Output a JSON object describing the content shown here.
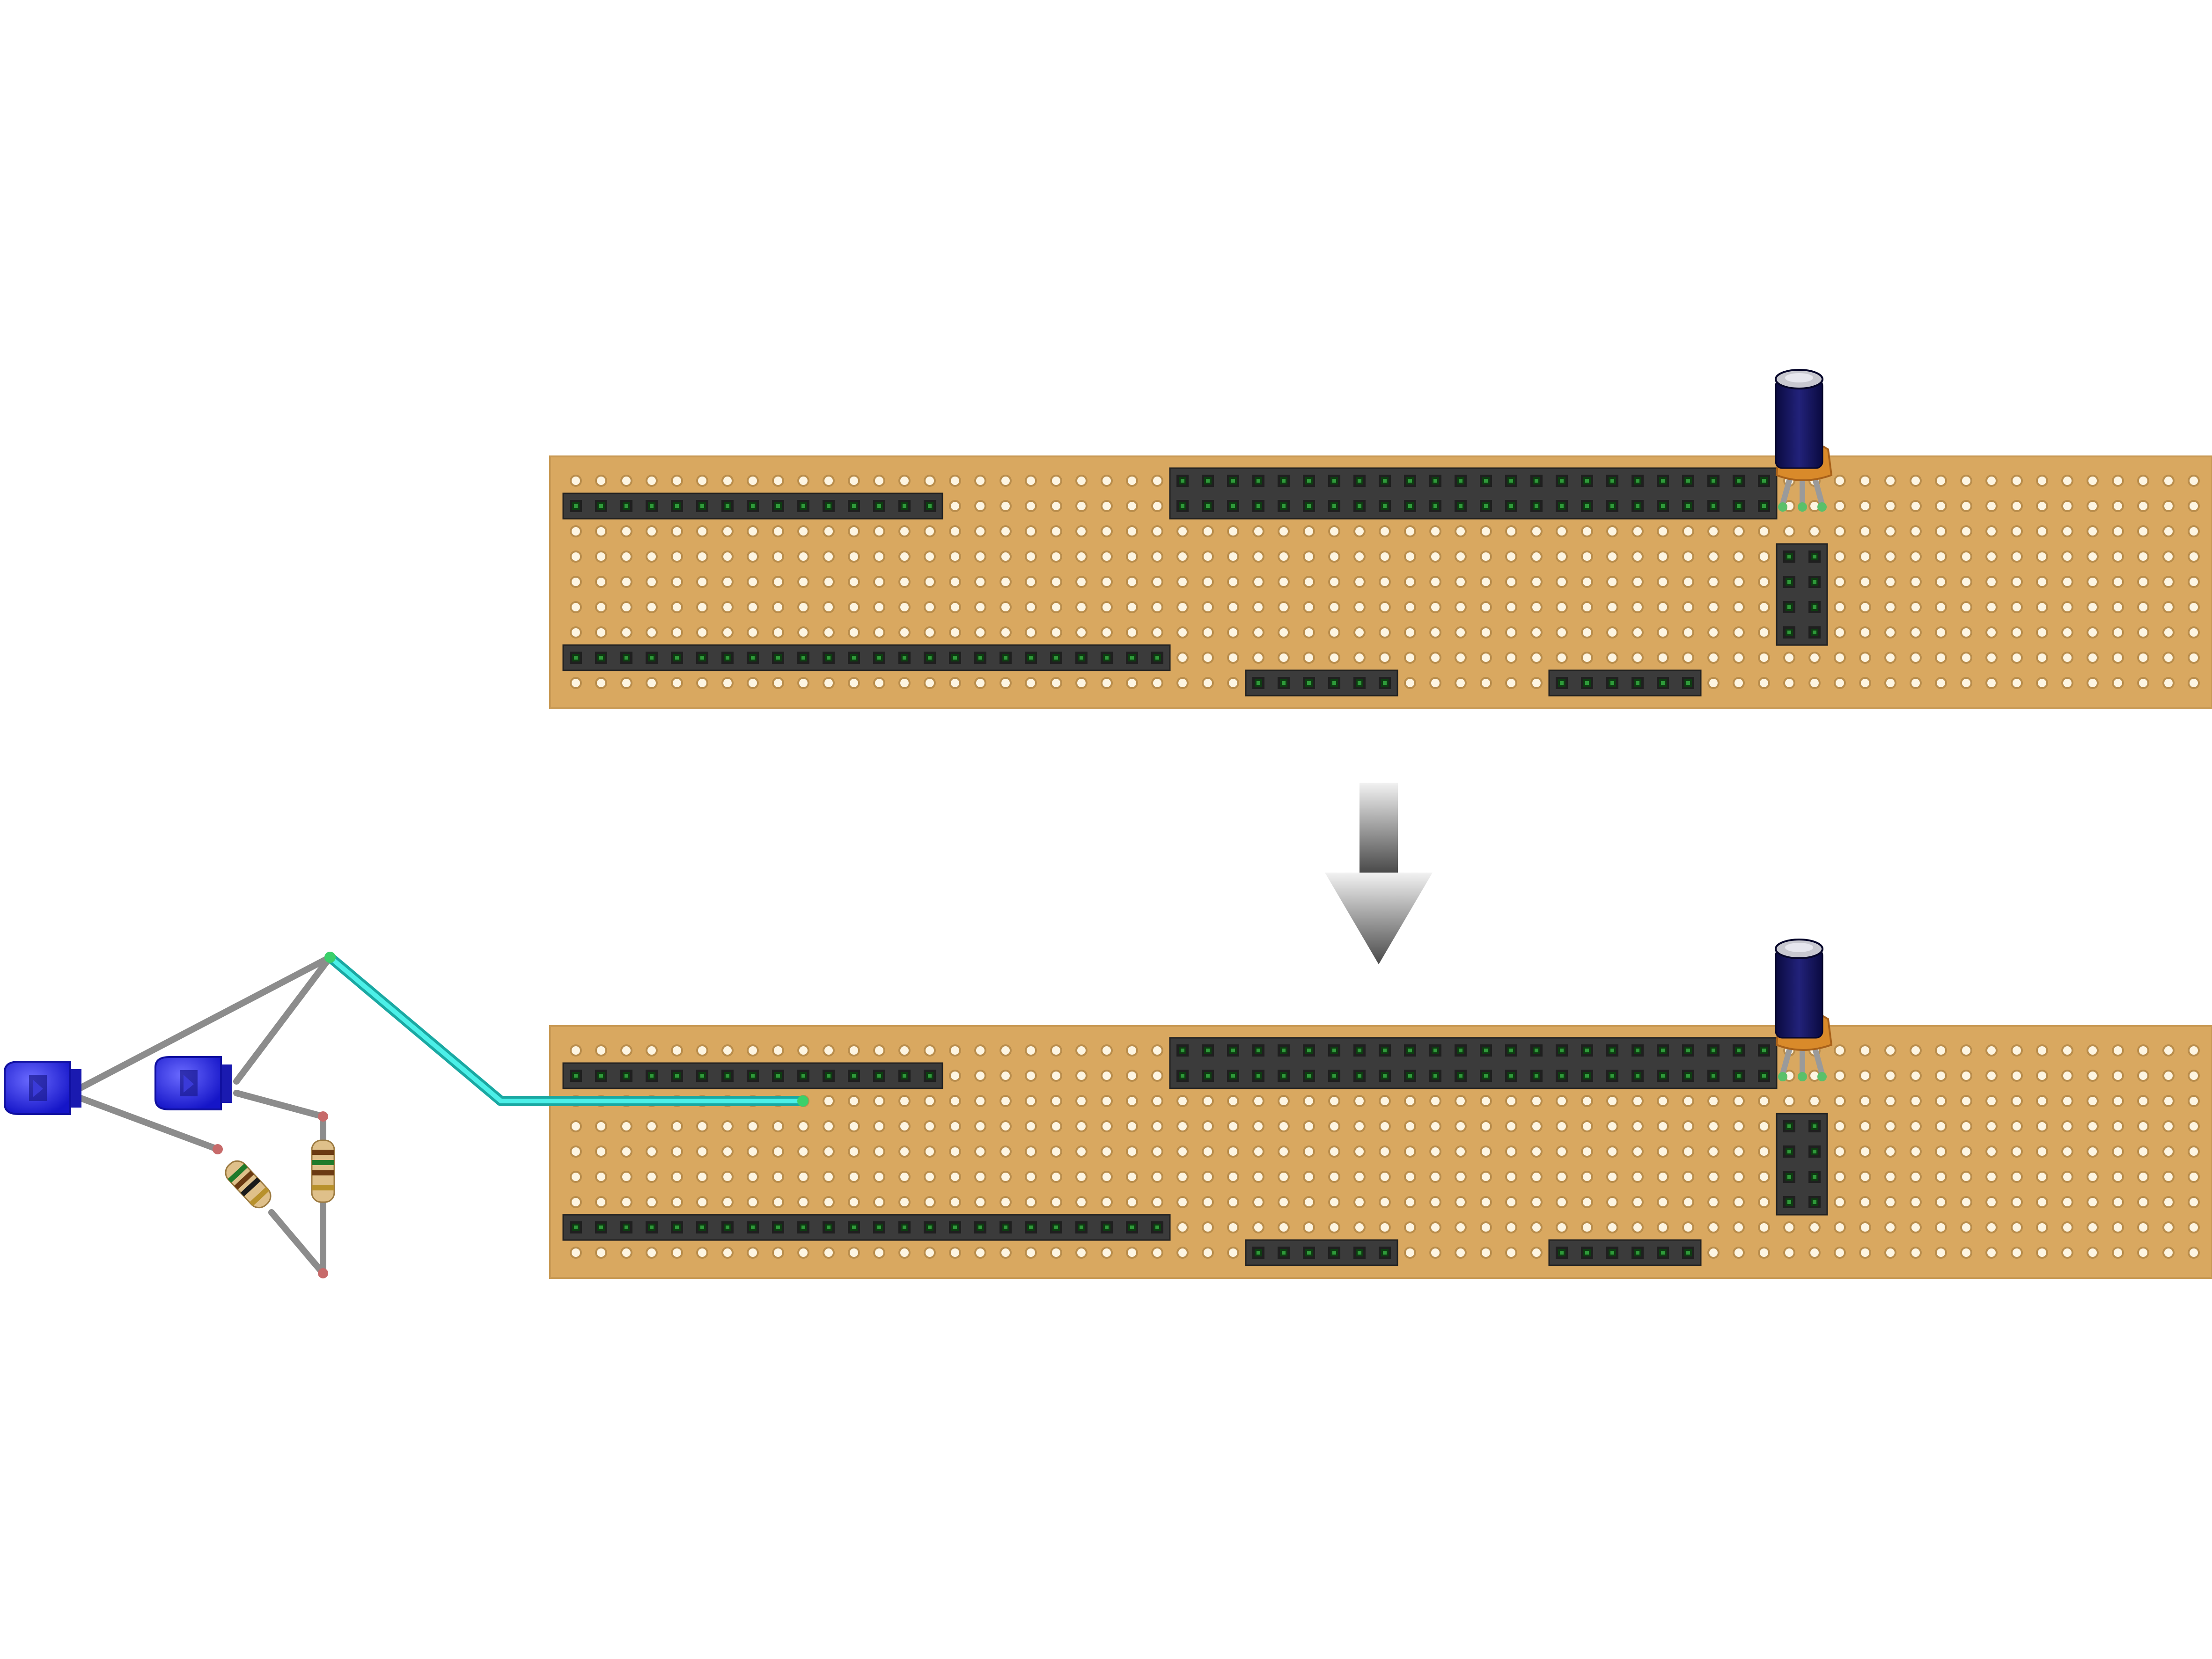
{
  "diagram": {
    "kind": "stripboard-assembly-step",
    "boards": [
      {
        "id": "before",
        "components": [
          "electrolytic-capacitor",
          "transistor",
          "female-headers"
        ]
      },
      {
        "id": "after",
        "components": [
          "electrolytic-capacitor",
          "transistor",
          "female-headers",
          "led",
          "led",
          "resistor",
          "resistor",
          "jumper-wire"
        ]
      }
    ],
    "colors": {
      "board": "#d9a860",
      "board_edge": "#c99a55",
      "hole": "#fdf5e2",
      "header": "#3b3b3b",
      "header_pin": "#0e3d12",
      "capacitor_body": "#14145a",
      "capacitor_top": "#c8c8d0",
      "transistor": "#d98a2a",
      "led": "#2525e6",
      "wire_jumper": "#29d8d0",
      "wire_lead": "#8c8c8c",
      "resistor_body": "#dfc08a"
    },
    "arrow": {
      "direction": "down",
      "icon": "down-arrow-icon"
    }
  }
}
